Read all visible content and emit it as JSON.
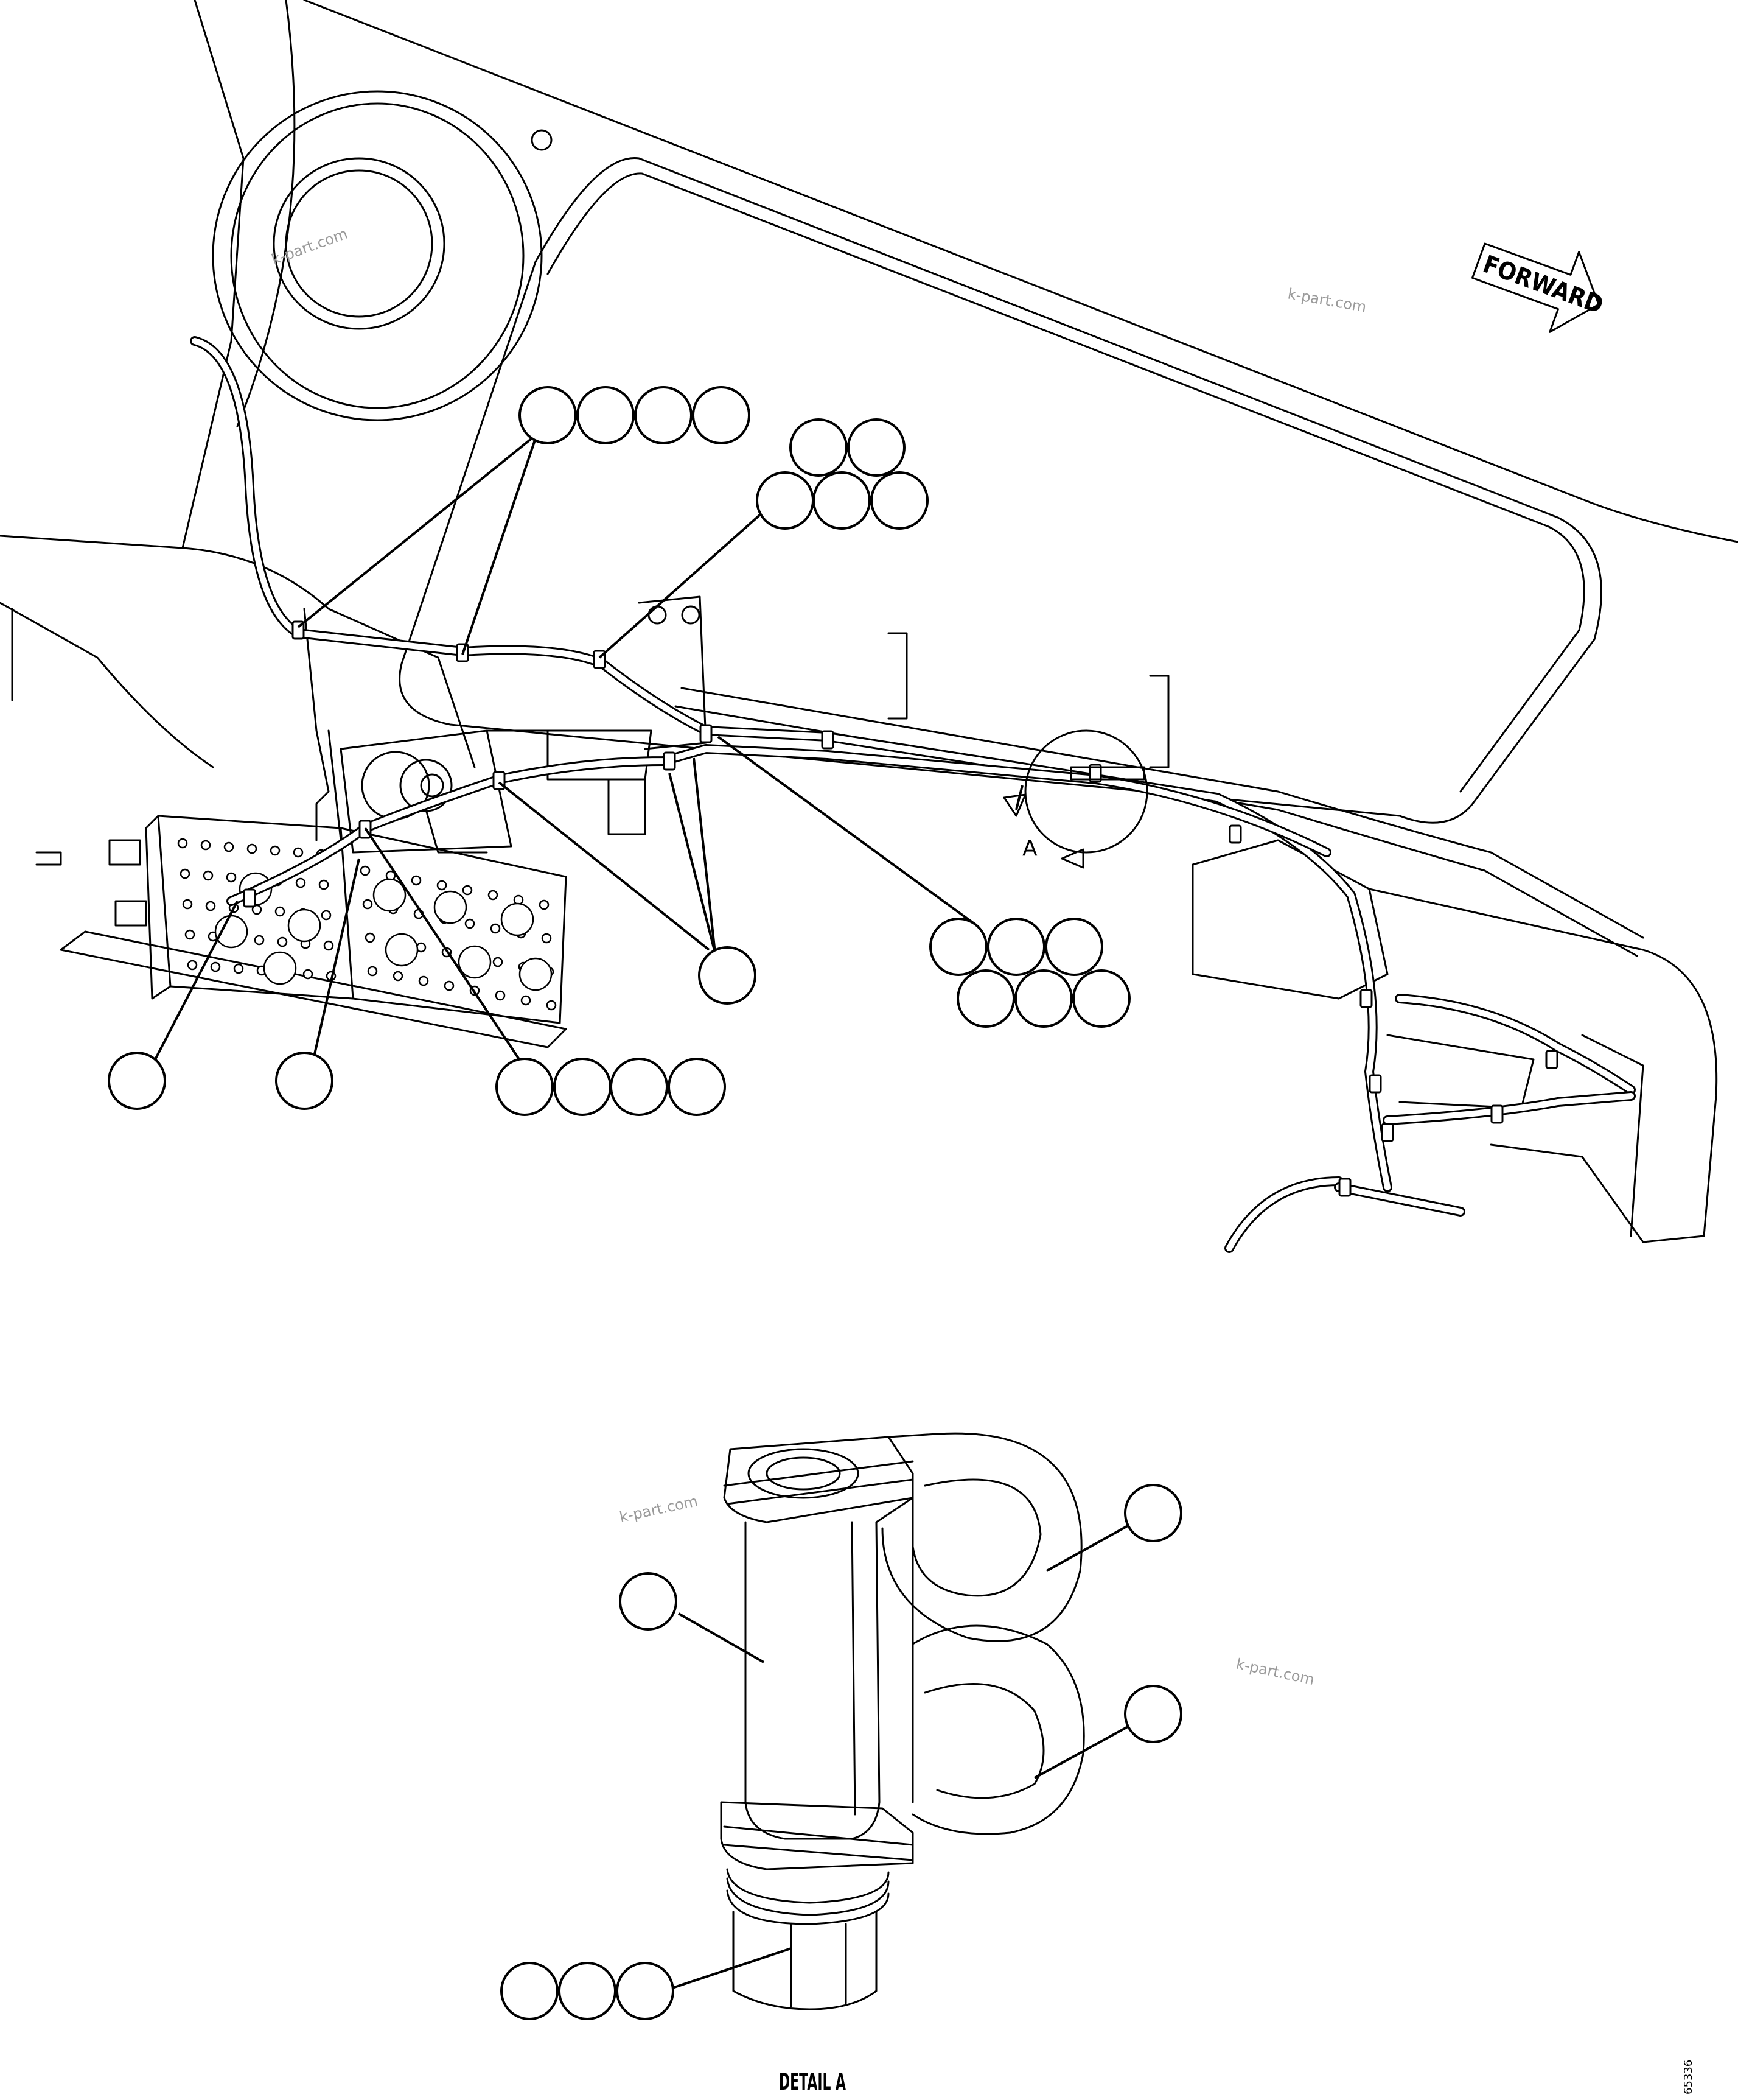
{
  "direction_label": "FORWARD",
  "detail_marker": "A",
  "detail_caption": "DETAIL A",
  "watermarks": [
    "k-part.com",
    "k-part.com",
    "k-part.com",
    "k-part.com"
  ],
  "drawing_number": "65336"
}
